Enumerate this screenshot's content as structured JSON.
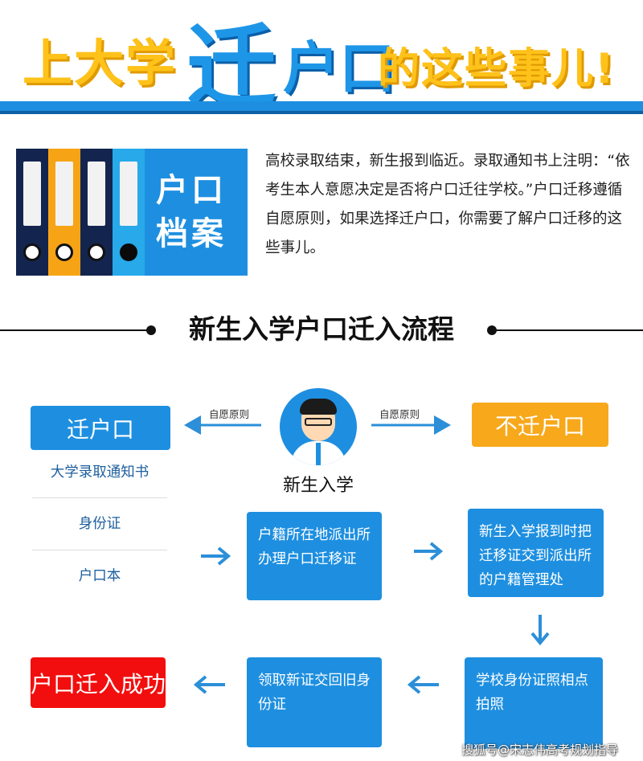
{
  "header": {
    "title_part1": "上大学",
    "title_part2": "迁",
    "title_part3": "户口",
    "title_part4": "的这些事儿!",
    "accent_blue": "#1E8FE0",
    "accent_yellow": "#FFC21A"
  },
  "illustration": {
    "icon": "file-binder-icon",
    "cover_line1": "户口",
    "cover_line2": "档案"
  },
  "intro_text": "高校录取结束，新生报到临近。录取通知书上注明：“依考生本人意愿决定是否将户口迁往学校。”户口迁移遵循自愿原则，如果选择迁户口，你需要了解户口迁移的这些事儿。",
  "section_title": "新生入学户口迁入流程",
  "flow": {
    "student_label": "新生入学",
    "student_icon": "student-avatar-icon",
    "left_arrow_label": "自愿原则",
    "right_arrow_label": "自愿原则",
    "move_option": "迁户口",
    "no_move_option": "不迁户口",
    "documents": [
      "大学录取通知书",
      "身份证",
      "户口本"
    ],
    "step1": "户籍所在地派出所办理户口迁移证",
    "step2": "新生入学报到时把迁移证交到派出所的户籍管理处",
    "step3": "学校身份证照相点拍照",
    "step4": "领取新证交回旧身份证",
    "success": "户口迁入成功",
    "colors": {
      "blue": "#1E8FE0",
      "orange": "#F7A81B",
      "red": "#F20E0E"
    }
  },
  "watermark": "搜狐号@宋志伟高考规划指导"
}
